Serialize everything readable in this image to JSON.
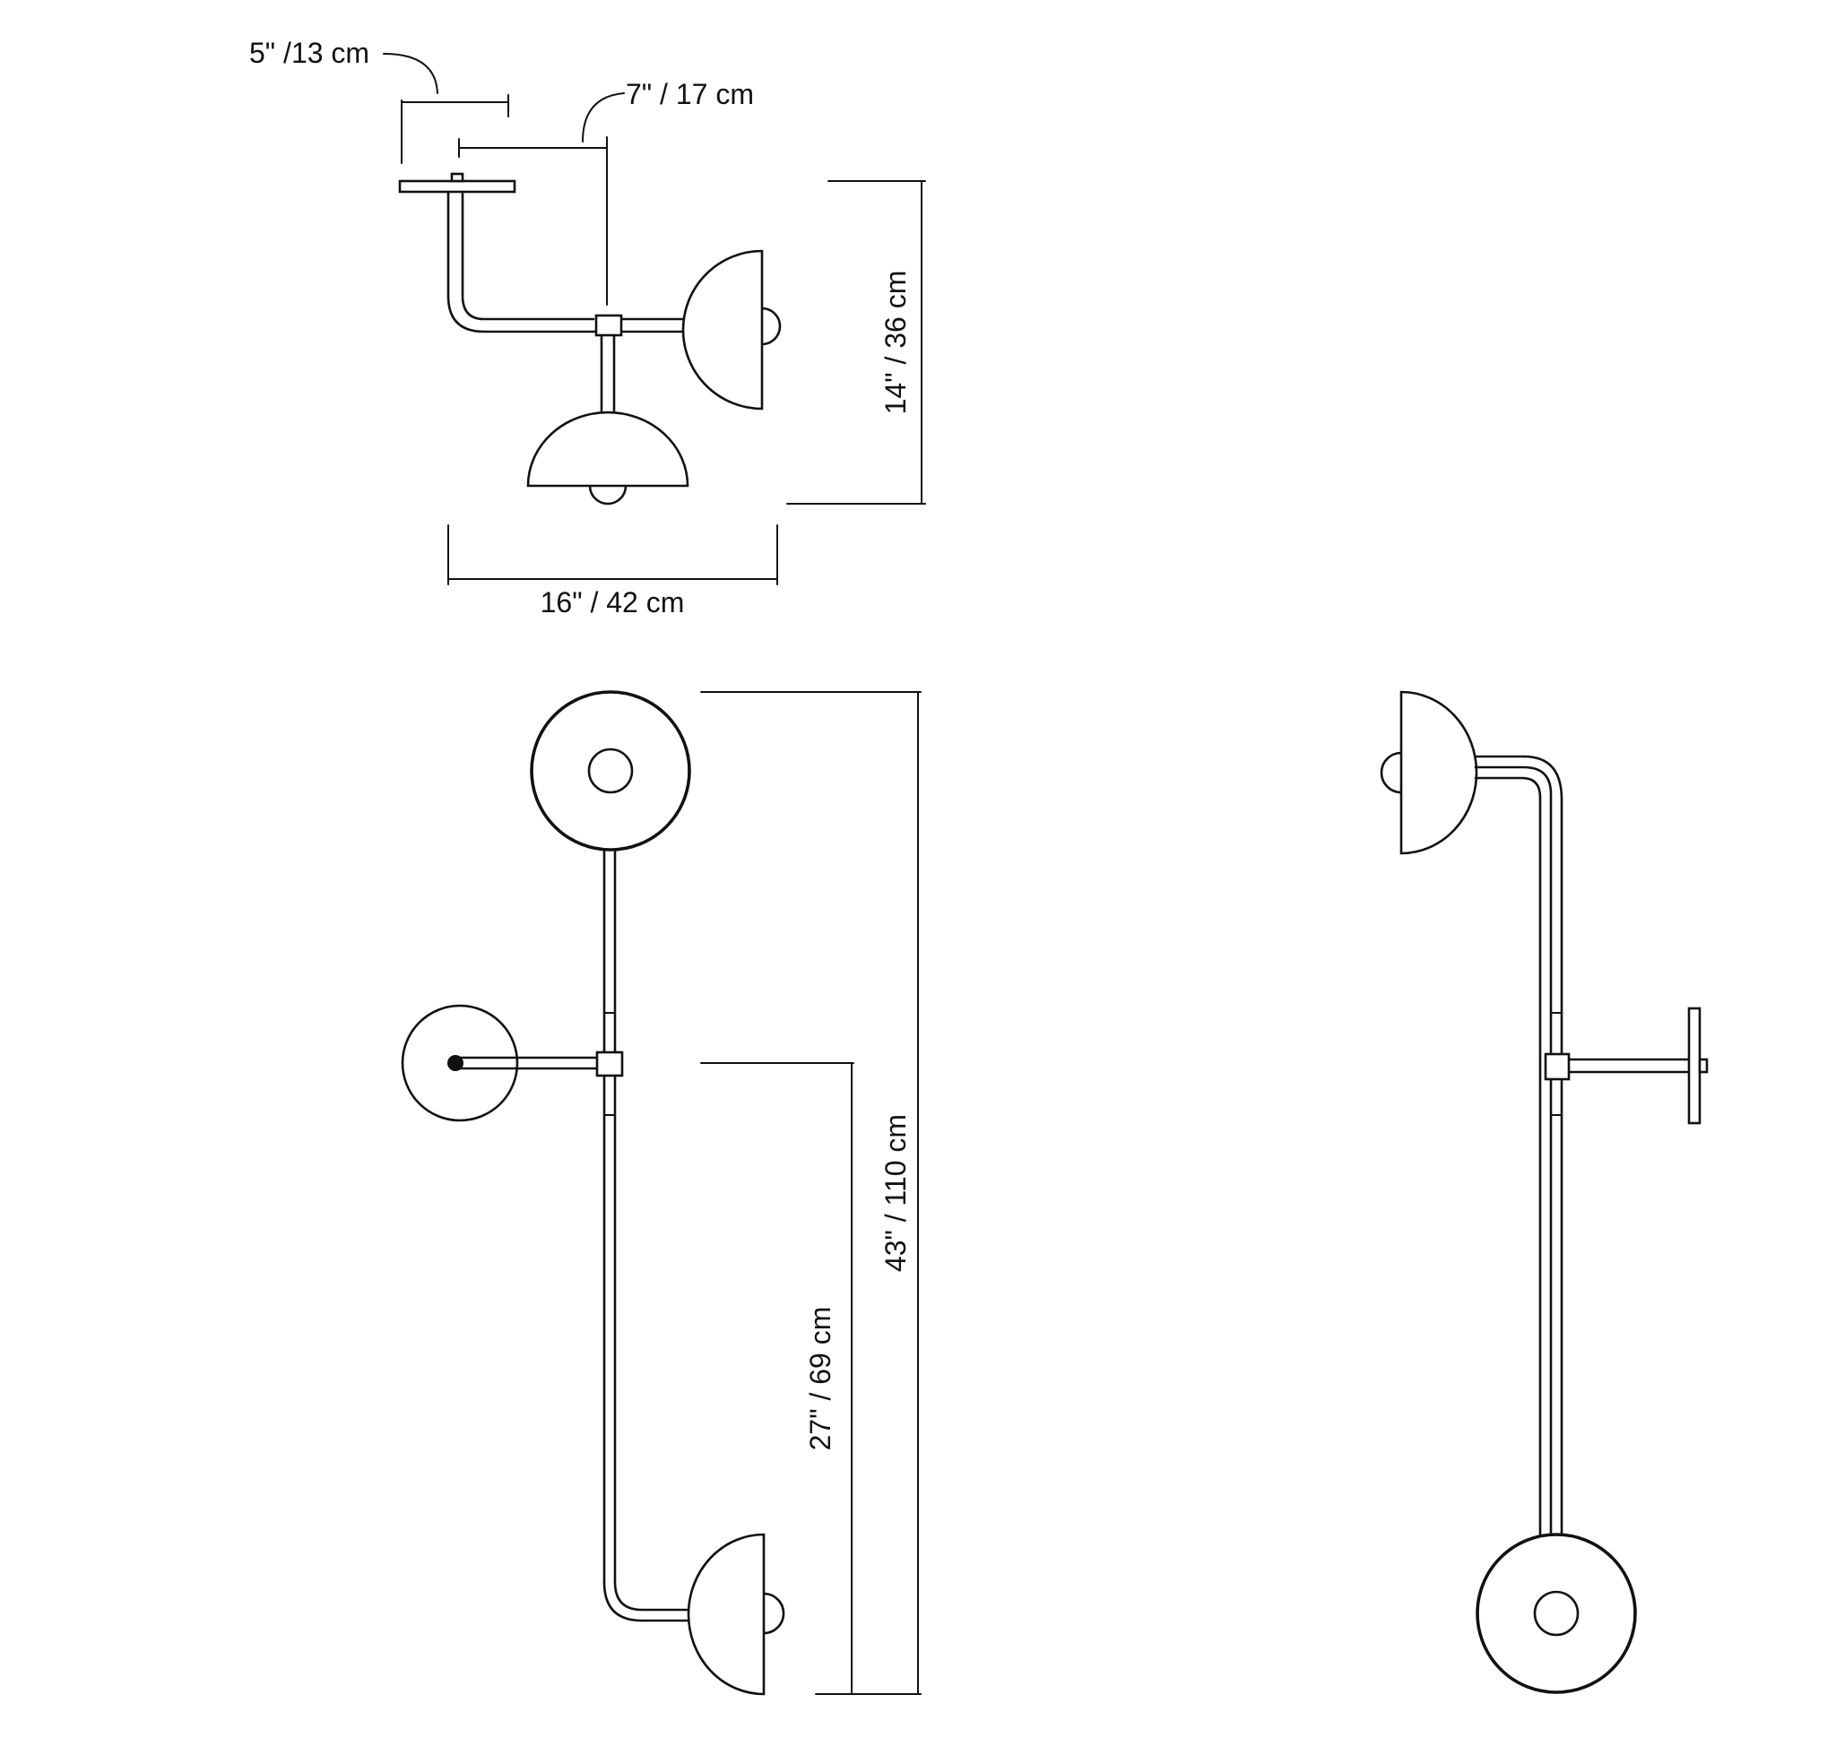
{
  "dimensions": {
    "canopy_projection": "5\" /13 cm",
    "arm_offset": "7\" / 17 cm",
    "top_height": "14\" / 36 cm",
    "top_width": "16\" / 42 cm",
    "overall_height": "43\" / 110 cm",
    "lower_height": "27\" / 69 cm"
  }
}
